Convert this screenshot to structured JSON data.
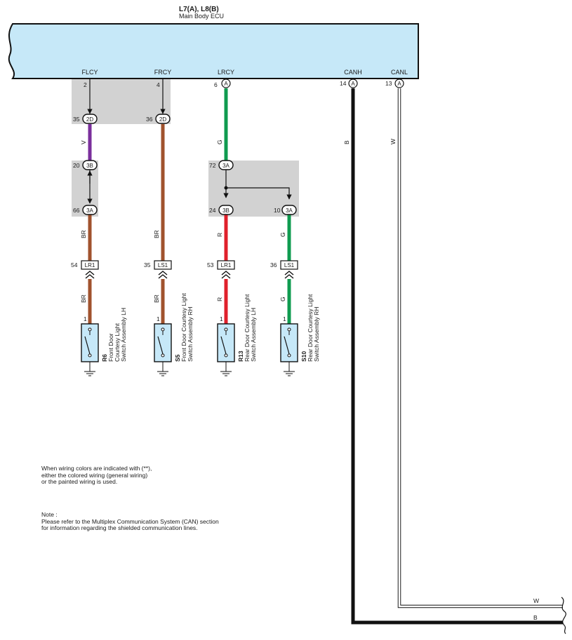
{
  "ecu": {
    "connectors": "L7(A), L8(B)",
    "name": "Main Body ECU",
    "fill_color": "#c6e8f8",
    "terminals": [
      {
        "label": "FLCY",
        "pin": "2"
      },
      {
        "label": "FRCY",
        "pin": "4"
      },
      {
        "label": "LRCY",
        "pin": "6",
        "conn": "A"
      },
      {
        "label": "CANH",
        "pin": "14",
        "conn": "A"
      },
      {
        "label": "CANL",
        "pin": "13",
        "conn": "A"
      }
    ]
  },
  "connectors": {
    "c35_2d": {
      "pin": "35",
      "code": "2D"
    },
    "c36_2d": {
      "pin": "36",
      "code": "2D"
    },
    "c20_3b": {
      "pin": "20",
      "code": "3B"
    },
    "c66_3a": {
      "pin": "66",
      "code": "3A"
    },
    "c72_3a": {
      "pin": "72",
      "code": "3A"
    },
    "c24_3b": {
      "pin": "24",
      "code": "3B"
    },
    "c10_3a": {
      "pin": "10",
      "code": "3A"
    },
    "c54_lr1": {
      "pin": "54",
      "code": "LR1"
    },
    "c35_ls1": {
      "pin": "35",
      "code": "LS1"
    },
    "c53_lr1": {
      "pin": "53",
      "code": "LR1"
    },
    "c36_ls1": {
      "pin": "36",
      "code": "LS1"
    }
  },
  "wire_labels": {
    "flcy_upper": "V",
    "flcy_mid": "BR",
    "flcy_lower": "BR",
    "frcy_mid": "BR",
    "frcy_lower": "BR",
    "lrcy_upper": "G",
    "lrcy_mid": "R",
    "lrcy_lower": "R",
    "rr_mid": "G",
    "rr_lower": "G",
    "canh": "B",
    "canl": "W",
    "canl_out": "W",
    "canh_out": "B"
  },
  "wire_colors": {
    "V": "#7a2f9c",
    "BR": "#a0522d",
    "G": "#0f9b4f",
    "R": "#e0202b",
    "B": "#111111",
    "W": "#ffffff"
  },
  "switches": [
    {
      "code": "R6",
      "pin": "1",
      "desc": [
        "Front Door",
        "Courtesy Light",
        "Switch Assembly LH"
      ]
    },
    {
      "code": "S5",
      "pin": "1",
      "desc": [
        "Front Door Courtesy Light",
        "Switch Assembly RH"
      ]
    },
    {
      "code": "R13",
      "pin": "1",
      "desc": [
        "Rear Door Courtesy Light",
        "Switch Assembly LH"
      ]
    },
    {
      "code": "S10",
      "pin": "1",
      "desc": [
        "Rear Door Courtesy Light",
        "Switch Assembly RH"
      ]
    }
  ],
  "notes": {
    "wiring_colors": [
      "When wiring colors are indicated with (**),",
      "either the colored wiring (general wiring)",
      "or the painted wiring is used."
    ],
    "note_title": "Note :",
    "note_body": [
      "Please refer to the Multiplex Communication System (CAN) section",
      "for information regarding the shielded communication lines."
    ]
  }
}
